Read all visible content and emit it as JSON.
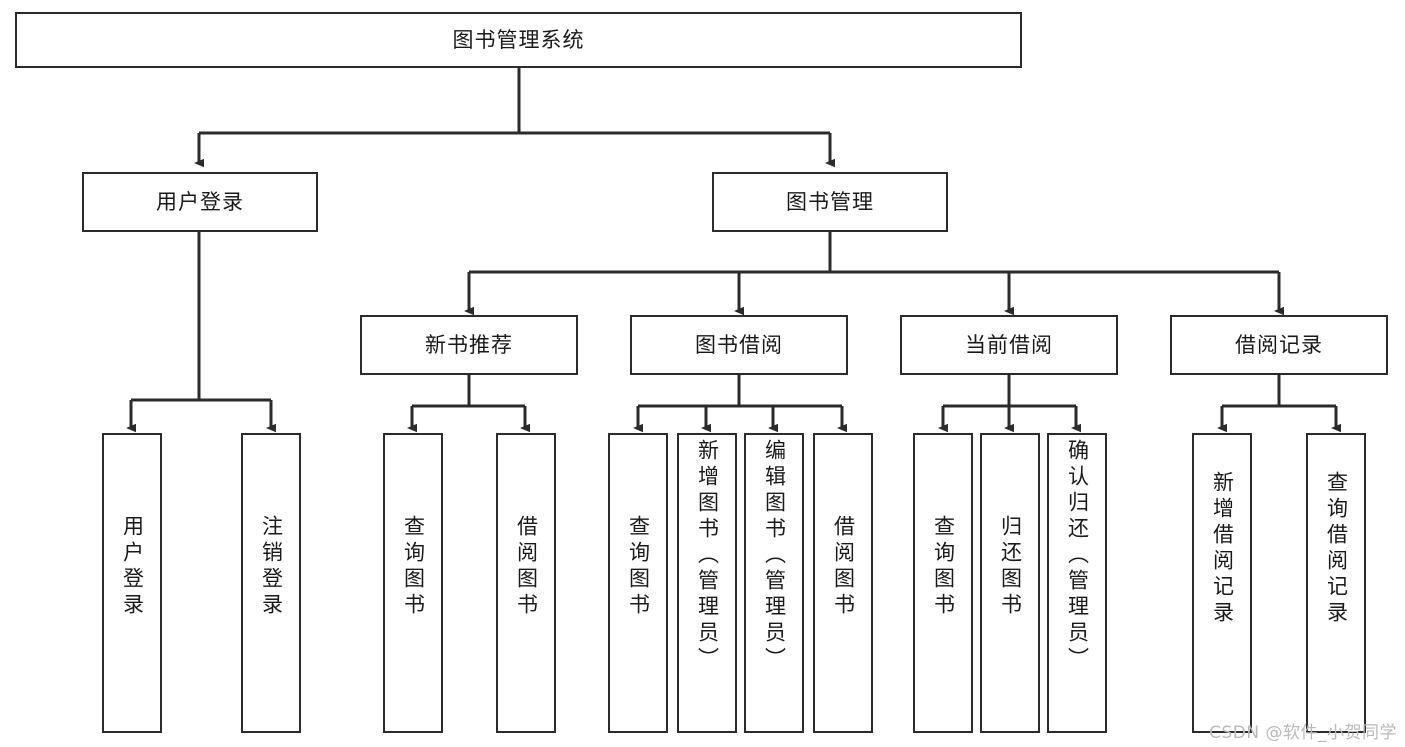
{
  "diagram": {
    "title": "图书管理系统",
    "type": "tree-hierarchy",
    "watermark": "CSDN @软件_小贺同学",
    "root": {
      "id": "root",
      "label": "图书管理系统"
    },
    "level1": [
      {
        "id": "user-login",
        "label": "用户登录"
      },
      {
        "id": "book-manage",
        "label": "图书管理"
      }
    ],
    "level2": [
      {
        "id": "new-book-rec",
        "label": "新书推荐",
        "parent": "book-manage"
      },
      {
        "id": "book-borrow",
        "label": "图书借阅",
        "parent": "book-manage"
      },
      {
        "id": "current-borrow",
        "label": "当前借阅",
        "parent": "book-manage"
      },
      {
        "id": "borrow-record",
        "label": "借阅记录",
        "parent": "book-manage"
      }
    ],
    "leaves": {
      "user-login": [
        {
          "id": "leaf-user-login",
          "label": "用户登录"
        },
        {
          "id": "leaf-user-logout",
          "label": "注销登录"
        }
      ],
      "new-book-rec": [
        {
          "id": "leaf-query-book-1",
          "label": "查询图书"
        },
        {
          "id": "leaf-borrow-book-1",
          "label": "借阅图书"
        }
      ],
      "book-borrow": [
        {
          "id": "leaf-query-book-2",
          "label": "查询图书"
        },
        {
          "id": "leaf-add-book",
          "label": "新增图书（管理员）"
        },
        {
          "id": "leaf-edit-book",
          "label": "编辑图书（管理员）"
        },
        {
          "id": "leaf-borrow-book-2",
          "label": "借阅图书"
        }
      ],
      "current-borrow": [
        {
          "id": "leaf-query-book-3",
          "label": "查询图书"
        },
        {
          "id": "leaf-return-book",
          "label": "归还图书"
        },
        {
          "id": "leaf-confirm-return",
          "label": "确认归还（管理员）"
        }
      ],
      "borrow-record": [
        {
          "id": "leaf-add-record",
          "label": "新增借阅记录"
        },
        {
          "id": "leaf-query-record",
          "label": "查询借阅记录"
        }
      ]
    },
    "colors": {
      "stroke": "#2b2b2b",
      "fill": "#ffffff",
      "text": "#1a1a1a",
      "watermark": "#b9b9b9"
    }
  }
}
